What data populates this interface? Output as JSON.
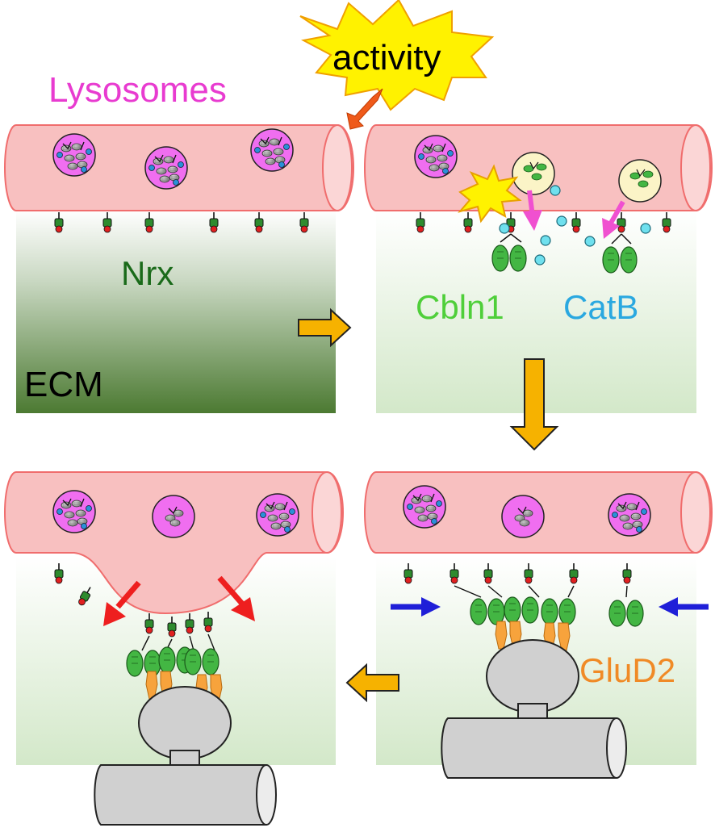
{
  "labels": {
    "lysosomes": "Lysosomes",
    "activity": "activity",
    "nrx": "Nrx",
    "ecm": "ECM",
    "cbln1": "Cbln1",
    "catb": "CatB",
    "glud2": "GluD2"
  },
  "colors": {
    "axon_fill": "#f8c0c0",
    "axon_stroke": "#f06d6d",
    "lysosome_fill": "#f06ef0",
    "lysosome_empty_fill": "#fbf4c7",
    "cbln1": "#43b643",
    "catb": "#6fe0ee",
    "glud2": "#f7a33c",
    "dendrite": "#d0d0d0",
    "ecm_dark": "#4c7a32",
    "ecm_light": "#d6e9cc",
    "process_arrow": "#f6b200",
    "release_arrow": "#f050d0",
    "expand_arrow": "#ee1f1f",
    "squeeze_arrow": "#1f1fd8",
    "activity_burst": "#fff200"
  }
}
